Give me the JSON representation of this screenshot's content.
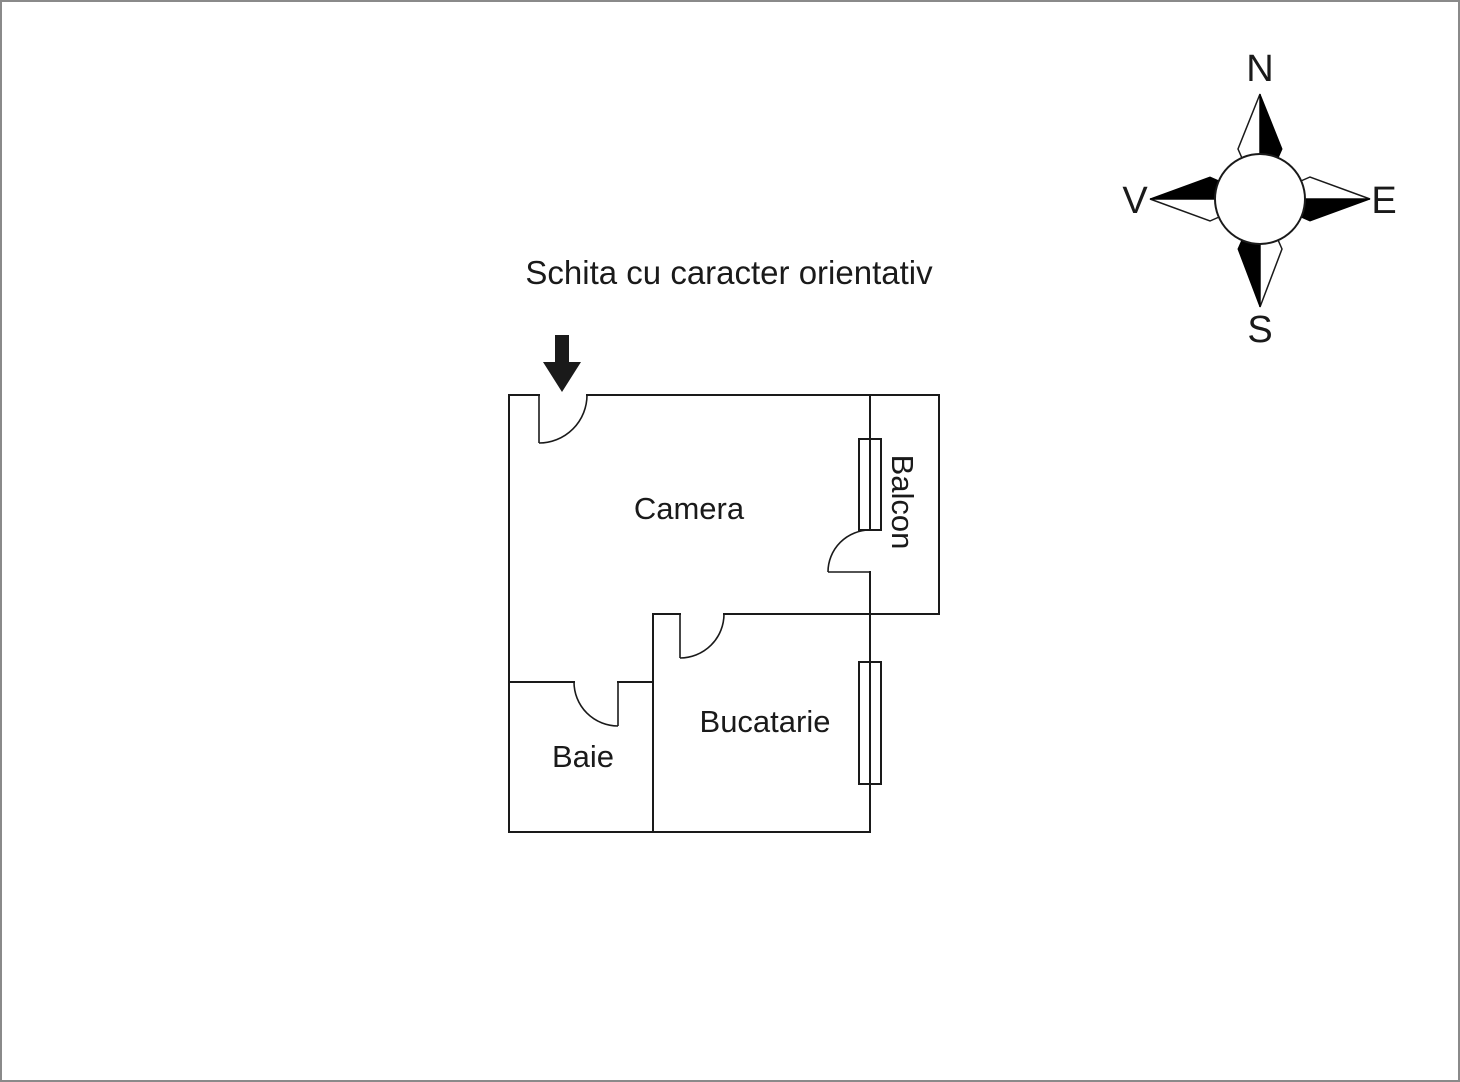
{
  "title": "Schita cu caracter orientativ",
  "floor_plan": {
    "rooms": [
      {
        "id": "camera",
        "label": "Camera"
      },
      {
        "id": "baie",
        "label": "Baie"
      },
      {
        "id": "bucatarie",
        "label": "Bucatarie"
      },
      {
        "id": "balcon",
        "label": "Balcon"
      }
    ]
  },
  "compass": {
    "north": "N",
    "south": "S",
    "east": "E",
    "west": "V"
  },
  "colors": {
    "line": "#1a1a1a",
    "compass_black": "#000000",
    "background": "#ffffff",
    "page_border": "#8a8a8a"
  }
}
